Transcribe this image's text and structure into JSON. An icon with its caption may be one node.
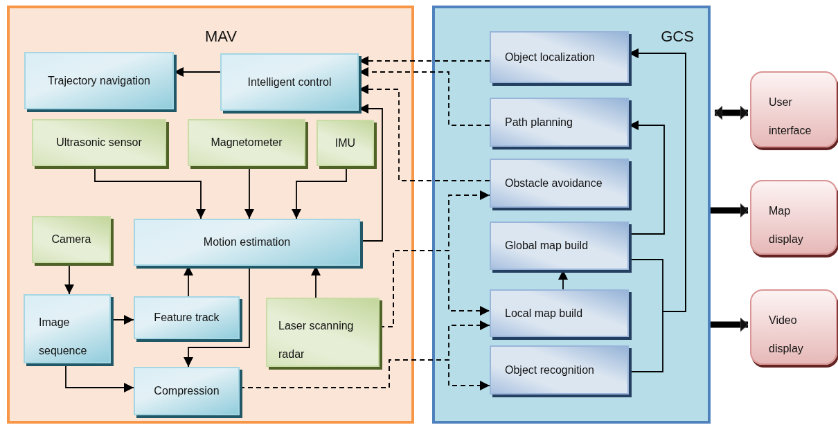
{
  "diagram": {
    "nodes": [
      {
        "text": [
          "MAV"
        ]
      },
      {
        "text": [
          "Trajectory navigation"
        ],
        "in": 0
      },
      {
        "text": [
          "Intelligent control"
        ],
        "in": 0
      },
      {
        "text": [
          "Ultrasonic sensor"
        ],
        "in": 0
      },
      {
        "text": [
          "Magnetometer"
        ],
        "in": 0
      },
      {
        "text": [
          "IMU"
        ],
        "in": 0
      },
      {
        "text": [
          "Camera"
        ],
        "in": 0
      },
      {
        "text": [
          "Motion estimation"
        ],
        "in": 0
      },
      {
        "text": [
          "Image sequence"
        ],
        "in": 0
      },
      {
        "text": [
          "Feature track"
        ],
        "in": 0
      },
      {
        "text": [
          "Laser scanning radar"
        ],
        "in": 0
      },
      {
        "text": [
          "Compression"
        ],
        "in": 0
      },
      {
        "text": [
          "GCS"
        ]
      },
      {
        "text": [
          "Object localization"
        ],
        "in": 12
      },
      {
        "text": [
          "Path planning"
        ],
        "in": 12
      },
      {
        "text": [
          "Obstacle avoidance"
        ],
        "in": 12
      },
      {
        "text": [
          "Global map build"
        ],
        "in": 12
      },
      {
        "text": [
          "Local map build"
        ],
        "in": 12
      },
      {
        "text": [
          "Object recognition"
        ],
        "in": 12
      },
      {
        "text": [
          "User interface"
        ]
      },
      {
        "text": [
          "Map display"
        ]
      },
      {
        "text": [
          "Video display"
        ]
      }
    ],
    "edges": [
      {
        "from": 2,
        "to": 1,
        "arrow": "to"
      },
      {
        "from": 3,
        "to": 7,
        "arrow": "to"
      },
      {
        "from": 4,
        "to": 7,
        "arrow": "to"
      },
      {
        "from": 5,
        "to": 7,
        "arrow": "to"
      },
      {
        "from": 6,
        "to": 8,
        "arrow": "to"
      },
      {
        "from": 8,
        "to": 9,
        "arrow": "to"
      },
      {
        "from": 9,
        "to": 7,
        "arrow": "to"
      },
      {
        "from": 10,
        "to": 7,
        "arrow": "to"
      },
      {
        "from": 7,
        "to": 2,
        "arrow": "to"
      },
      {
        "from": 7,
        "to": 11,
        "arrow": "to"
      },
      {
        "from": 8,
        "to": 11,
        "arrow": "to"
      },
      {
        "from": 13,
        "to": 2,
        "arrow": "to",
        "style": "dashed"
      },
      {
        "from": 14,
        "to": 2,
        "arrow": "to",
        "style": "dashed"
      },
      {
        "from": 15,
        "to": 2,
        "arrow": "to",
        "style": "dashed"
      },
      {
        "from": 10,
        "to": 15,
        "arrow": "to",
        "style": "dashed"
      },
      {
        "from": 10,
        "to": 17,
        "arrow": "to",
        "style": "dashed"
      },
      {
        "from": 11,
        "to": 17,
        "arrow": "to",
        "style": "dashed"
      },
      {
        "from": 11,
        "to": 18,
        "arrow": "to",
        "style": "dashed"
      },
      {
        "from": 17,
        "to": 16,
        "arrow": "to"
      },
      {
        "from": 16,
        "to": 14,
        "arrow": "to"
      },
      {
        "from": 16,
        "to": 13,
        "arrow": "to"
      },
      {
        "from": 18,
        "to": 13,
        "arrow": "to"
      },
      {
        "from": 12,
        "to": 19,
        "arrow": "both",
        "style": "thick"
      },
      {
        "from": 12,
        "to": 20,
        "arrow": "to",
        "style": "thick"
      },
      {
        "from": 12,
        "to": 21,
        "arrow": "to",
        "style": "thick"
      }
    ]
  }
}
